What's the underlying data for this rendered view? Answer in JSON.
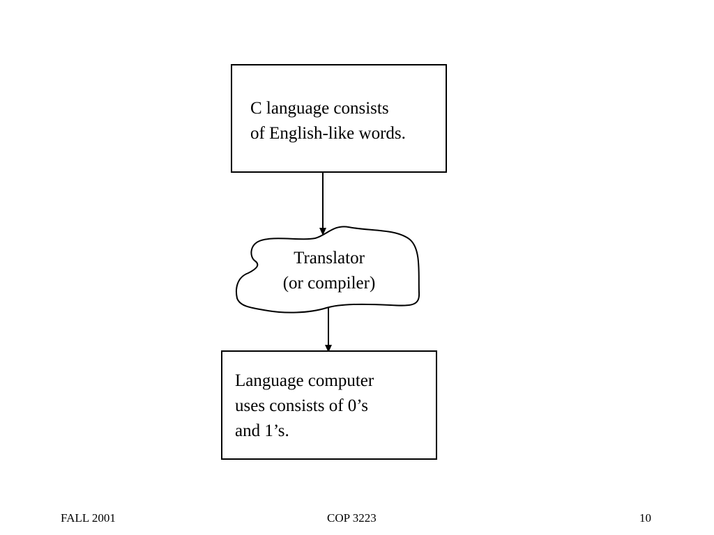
{
  "diagram": {
    "source_box": {
      "lines": [
        "C language consists",
        "of English-like words."
      ]
    },
    "translator": {
      "lines": [
        "Translator",
        "(or compiler)"
      ]
    },
    "machine_box": {
      "lines": [
        "Language computer",
        "uses consists of 0’s",
        "and 1’s."
      ]
    }
  },
  "footer": {
    "left": "FALL 2001",
    "center": "COP 3223",
    "right": "10"
  }
}
